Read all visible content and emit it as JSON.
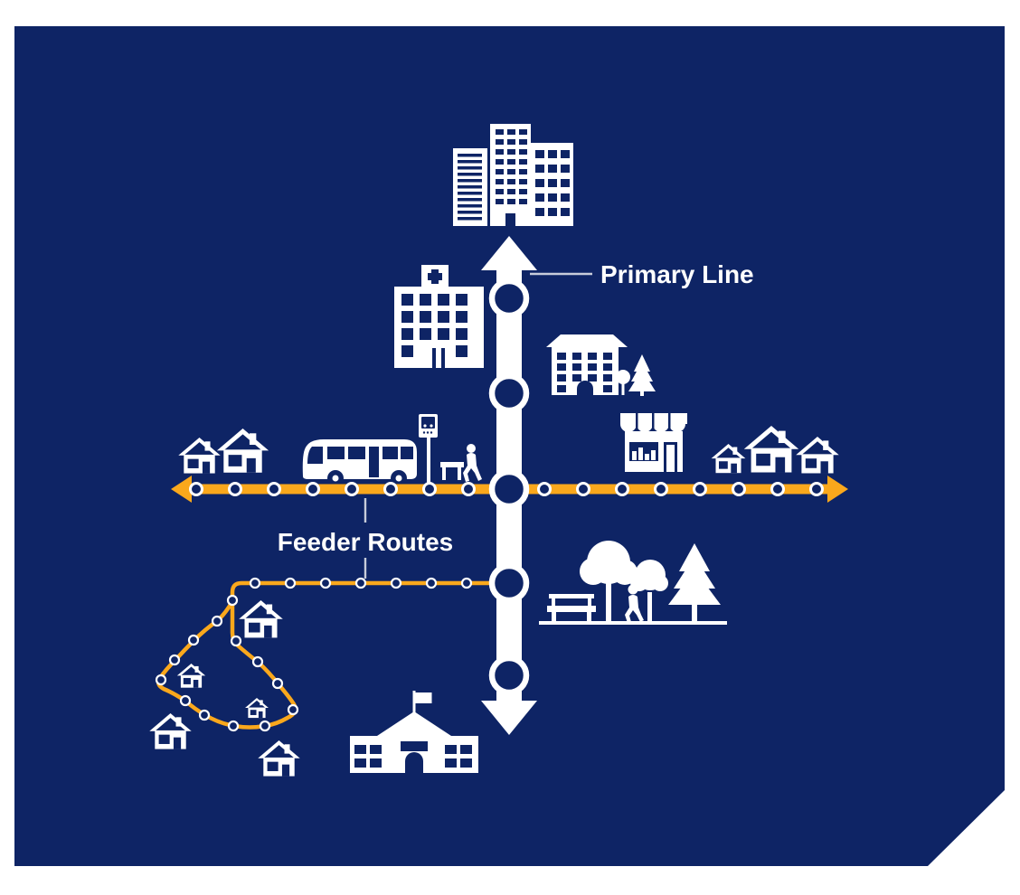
{
  "labels": {
    "primary_line": "Primary Line",
    "feeder_routes": "Feeder Routes"
  },
  "colors": {
    "page_background": "#FFFFFF",
    "panel_navy": "#0E2465",
    "route_orange": "#FAA81C",
    "icon_white": "#FFFFFF",
    "label_connector_gray": "#C7CCDA"
  },
  "diagram": {
    "primary_line": {
      "station_count": 5,
      "style": "wide white vertical line with arrowheads at both ends"
    },
    "main_feeder_route": {
      "stop_count": 16,
      "style": "orange horizontal line with arrowheads at both ends"
    },
    "neighborhood_feeder_route": {
      "stop_count": 20,
      "style": "thin orange branch ending in a neighborhood loop"
    },
    "icons": [
      "office-towers-icon",
      "hospital-icon",
      "apartment-building-icon",
      "shop-icon",
      "house-icon",
      "bus-icon",
      "bus-stop-sign-icon",
      "bench-icon",
      "pedestrian-icon",
      "round-tree-icon",
      "pine-tree-icon",
      "school-icon"
    ]
  }
}
